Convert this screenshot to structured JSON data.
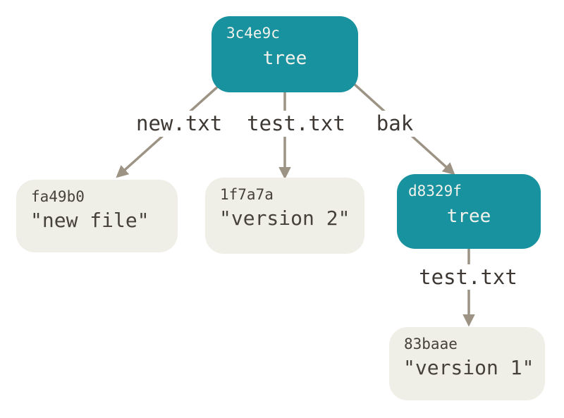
{
  "theme": {
    "background": "#ffffff",
    "tree_fill": "#17929e",
    "blob_fill": "#f0efe7",
    "arrow": "#9c9384",
    "text_on_tree": "#f3f2ec",
    "text_on_blob": "#46413b",
    "label_bg": "#ffffff",
    "label_text": "#3d3833"
  },
  "nodes": {
    "root": {
      "hash": "3c4e9c",
      "type": "tree"
    },
    "new_file": {
      "hash": "fa49b0",
      "value": "\"new file\""
    },
    "version2": {
      "hash": "1f7a7a",
      "value": "\"version 2\""
    },
    "subtree": {
      "hash": "d8329f",
      "type": "tree"
    },
    "version1": {
      "hash": "83baae",
      "value": "\"version 1\""
    }
  },
  "edge_labels": {
    "root_entries": "new.txt  test.txt",
    "bak": "bak",
    "subtree_entry": "test.txt"
  }
}
